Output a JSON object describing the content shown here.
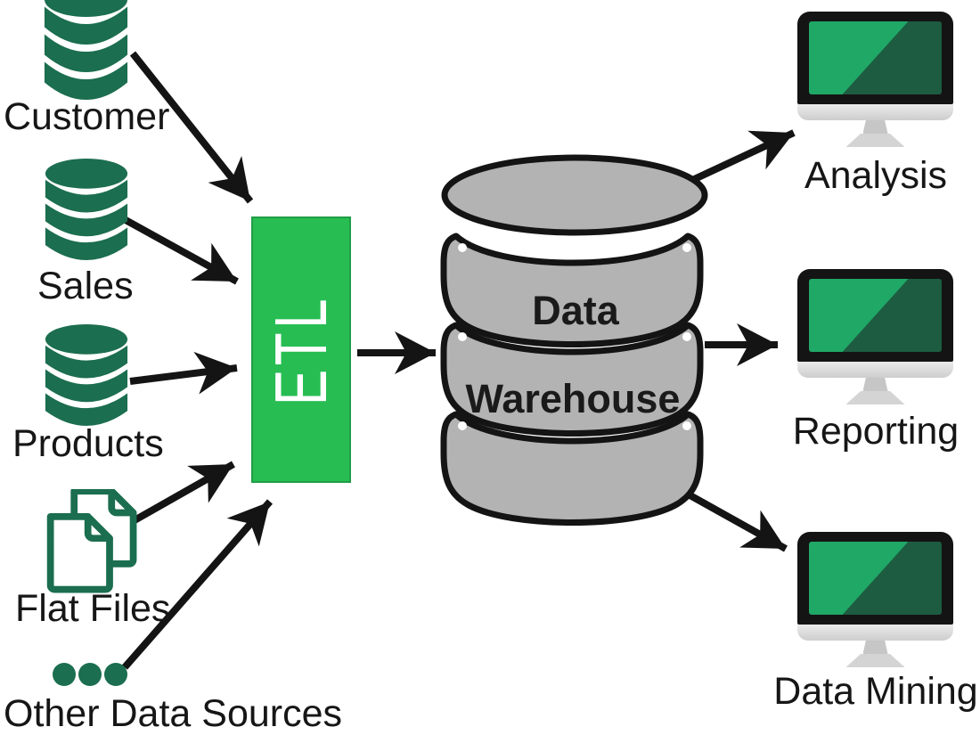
{
  "sources": [
    {
      "id": "customer",
      "label": "Customer",
      "icon": "database-icon"
    },
    {
      "id": "sales",
      "label": "Sales",
      "icon": "database-icon"
    },
    {
      "id": "products",
      "label": "Products",
      "icon": "database-icon"
    },
    {
      "id": "flat_files",
      "label": "Flat Files",
      "icon": "documents-icon"
    },
    {
      "id": "other",
      "label": "Other Data Sources",
      "icon": "ellipsis-dots-icon"
    }
  ],
  "etl": {
    "label": "ETL"
  },
  "warehouse": {
    "line1": "Data",
    "line2": "Warehouse",
    "icon": "database-cylinder-icon"
  },
  "outputs": [
    {
      "id": "analysis",
      "label": "Analysis",
      "icon": "monitor-icon"
    },
    {
      "id": "reporting",
      "label": "Reporting",
      "icon": "monitor-icon"
    },
    {
      "id": "data_mining",
      "label": "Data Mining",
      "icon": "monitor-icon"
    }
  ],
  "connections": [
    {
      "from": "Customer",
      "to": "ETL"
    },
    {
      "from": "Sales",
      "to": "ETL"
    },
    {
      "from": "Products",
      "to": "ETL"
    },
    {
      "from": "Flat Files",
      "to": "ETL"
    },
    {
      "from": "Other Data Sources",
      "to": "ETL"
    },
    {
      "from": "ETL",
      "to": "Data Warehouse"
    },
    {
      "from": "Data Warehouse",
      "to": "Analysis"
    },
    {
      "from": "Data Warehouse",
      "to": "Reporting"
    },
    {
      "from": "Data Warehouse",
      "to": "Data Mining"
    }
  ],
  "colors": {
    "database_green": "#1b6e4f",
    "etl_green": "#27bd52",
    "screen_light_green": "#1fa866",
    "screen_dark_green": "#1d5c41",
    "warehouse_gray": "#b3b3b3",
    "arrow_black": "#141414",
    "label_black": "#161616"
  }
}
